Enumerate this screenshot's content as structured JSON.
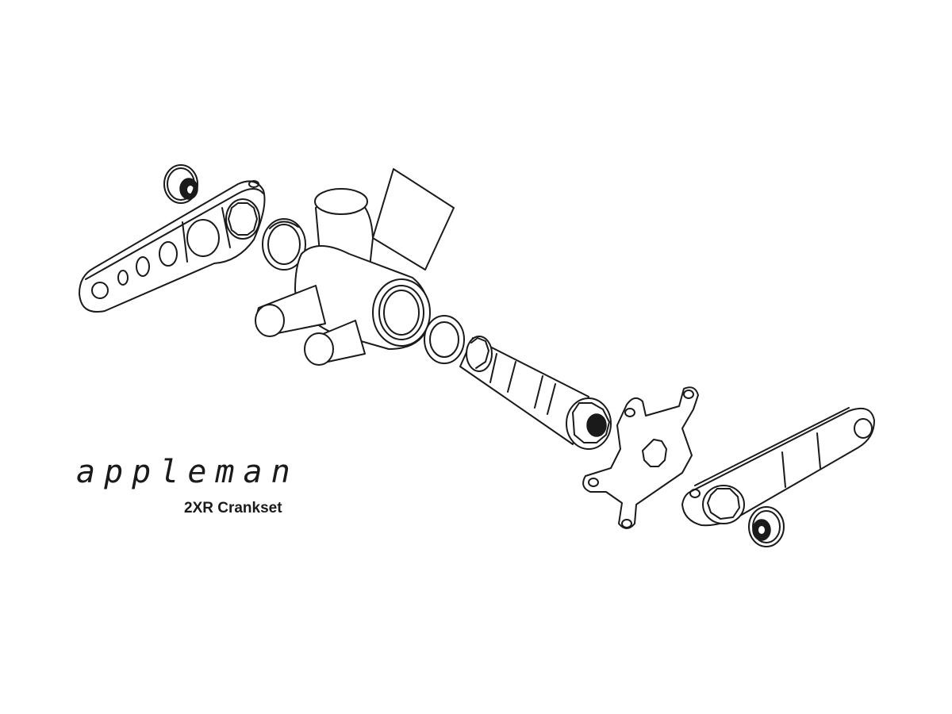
{
  "brand": {
    "logo_text": "appleman",
    "product_name": "2XR Crankset"
  },
  "parts": [
    {
      "id": "left-crank-bolt",
      "icon": "bolt-icon"
    },
    {
      "id": "left-crank-arm",
      "icon": "crank-arm-icon"
    },
    {
      "id": "left-bearing-cup",
      "icon": "bearing-ring-icon"
    },
    {
      "id": "bottom-bracket-shell",
      "icon": "frame-junction-icon"
    },
    {
      "id": "right-bearing-cup",
      "icon": "bearing-ring-icon"
    },
    {
      "id": "spindle",
      "icon": "spindle-icon"
    },
    {
      "id": "chainring-spider",
      "icon": "spider-icon"
    },
    {
      "id": "right-crank-arm",
      "icon": "crank-arm-icon"
    },
    {
      "id": "right-crank-bolt",
      "icon": "bolt-icon"
    }
  ],
  "colors": {
    "line": "#1a1a1a",
    "background": "#ffffff"
  }
}
